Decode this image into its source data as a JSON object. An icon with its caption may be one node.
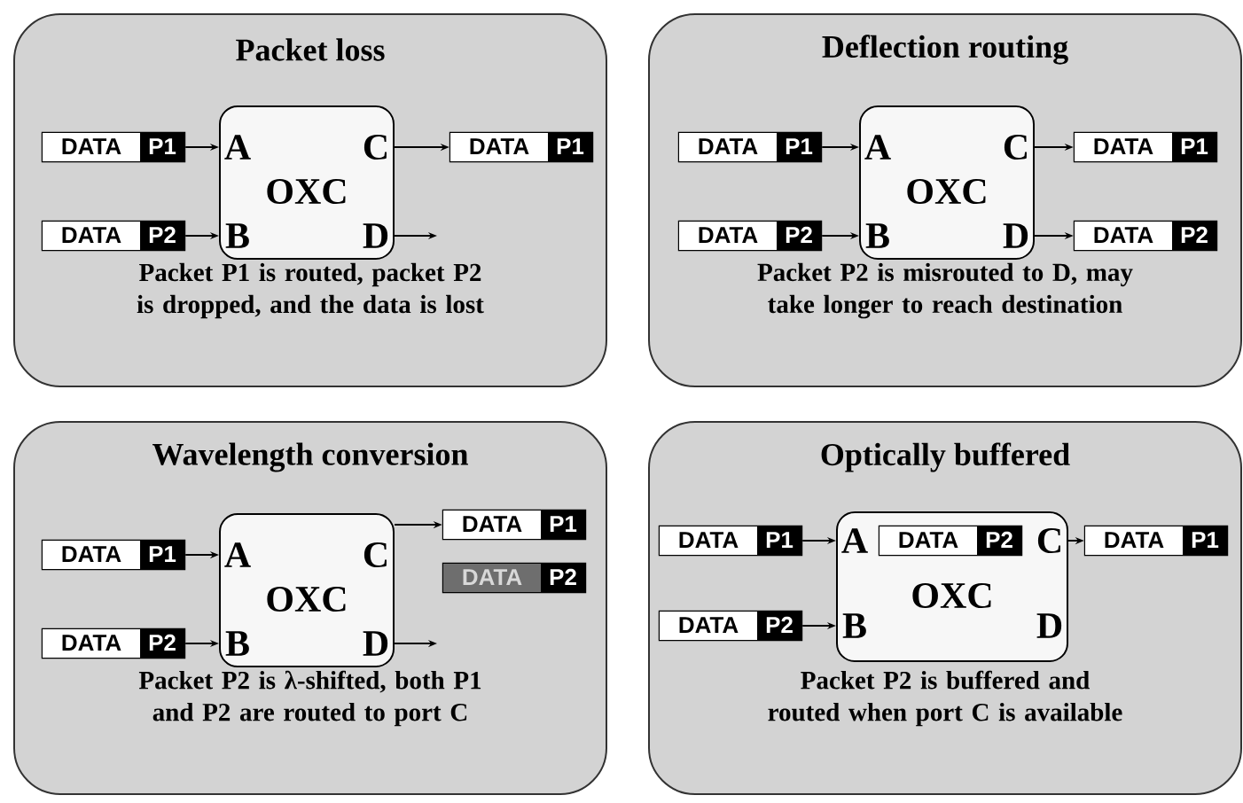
{
  "diagram": {
    "nodes": [
      {
        "text": [
          "Packet loss",
          "Packet P1 is routed, packet P2 is dropped, and the data is lost"
        ]
      },
      {
        "text": [
          "A",
          "C",
          "OXC",
          "B",
          "D"
        ],
        "in": 0
      },
      {
        "text": [
          "DATA",
          "P1"
        ],
        "in": 0
      },
      {
        "text": [
          "DATA",
          "P2"
        ],
        "in": 0
      },
      {
        "text": [
          "DATA",
          "P1"
        ],
        "in": 0
      },
      {
        "text": [
          "Deflection routing",
          "Packet P2 is misrouted to D, may take longer to reach destination"
        ]
      },
      {
        "text": [
          "A",
          "C",
          "OXC",
          "B",
          "D"
        ],
        "in": 5
      },
      {
        "text": [
          "DATA",
          "P1"
        ],
        "in": 5
      },
      {
        "text": [
          "DATA",
          "P2"
        ],
        "in": 5
      },
      {
        "text": [
          "DATA",
          "P1"
        ],
        "in": 5
      },
      {
        "text": [
          "DATA",
          "P2"
        ],
        "in": 5
      },
      {
        "text": [
          "Wavelength conversion",
          "Packet P2 is λ-shifted, both P1 and P2 are routed to port C"
        ]
      },
      {
        "text": [
          "A",
          "C",
          "OXC",
          "B",
          "D"
        ],
        "in": 11
      },
      {
        "text": [
          "DATA",
          "P1"
        ],
        "in": 11
      },
      {
        "text": [
          "DATA",
          "P2"
        ],
        "in": 11
      },
      {
        "text": [
          "DATA",
          "P1"
        ],
        "in": 11
      },
      {
        "text": [
          "DATA",
          "P2"
        ],
        "in": 11
      },
      {
        "text": [
          "Optically buffered",
          "Packet P2 is buffered and routed when port C is available"
        ]
      },
      {
        "text": [
          "A",
          "C",
          "OXC",
          "B",
          "D"
        ],
        "in": 17
      },
      {
        "text": [
          "DATA",
          "P2"
        ],
        "in": 18
      },
      {
        "text": [
          "DATA",
          "P1"
        ],
        "in": 17
      },
      {
        "text": [
          "DATA",
          "P2"
        ],
        "in": 17
      },
      {
        "text": [
          "DATA",
          "P1"
        ],
        "in": 17
      }
    ],
    "edges": [
      {
        "from": 2,
        "to": 1,
        "arrow": "to"
      },
      {
        "from": 3,
        "to": 1,
        "arrow": "to"
      },
      {
        "from": 1,
        "to": 4,
        "arrow": "to"
      },
      {
        "from": 1,
        "to": null,
        "arrow": "to"
      },
      {
        "from": 7,
        "to": 6,
        "arrow": "to"
      },
      {
        "from": 8,
        "to": 6,
        "arrow": "to"
      },
      {
        "from": 6,
        "to": 9,
        "arrow": "to"
      },
      {
        "from": 6,
        "to": 10,
        "arrow": "to"
      },
      {
        "from": 13,
        "to": 12,
        "arrow": "to"
      },
      {
        "from": 14,
        "to": 12,
        "arrow": "to"
      },
      {
        "from": 12,
        "to": 15,
        "arrow": "to"
      },
      {
        "from": 12,
        "to": null,
        "arrow": "to"
      },
      {
        "from": 20,
        "to": 18,
        "arrow": "to"
      },
      {
        "from": 21,
        "to": 18,
        "arrow": "to"
      },
      {
        "from": 18,
        "to": 22,
        "arrow": "to"
      }
    ]
  }
}
